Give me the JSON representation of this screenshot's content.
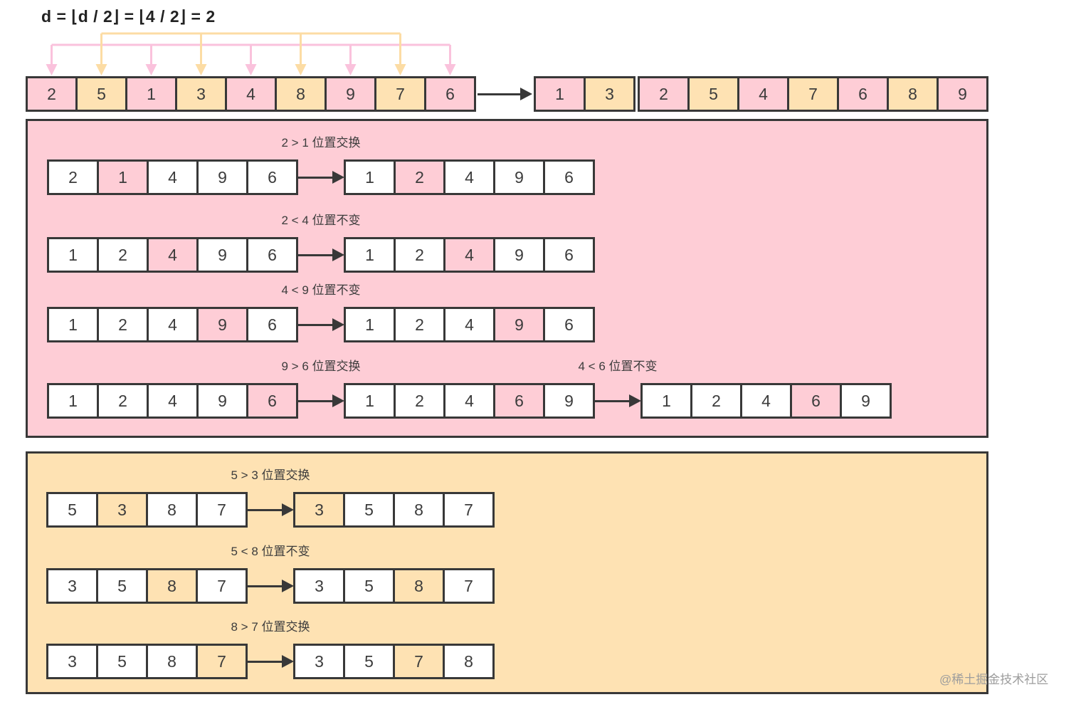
{
  "title": "d =  ⌊d / 2⌋ = ⌊4 / 2⌋ = 2",
  "watermark": "@稀土掘金技术社区",
  "colors": {
    "pink": "#fecdd6",
    "orange": "#fee2b3",
    "white": "#ffffff",
    "pinkArrow": "#fac2dc",
    "orangeArrow": "#fcdca4",
    "border": "#383838",
    "text": "#3c3c3c",
    "watermark": "#9d9d9d"
  },
  "top": {
    "source": [
      {
        "v": "2",
        "c": "p"
      },
      {
        "v": "5",
        "c": "o"
      },
      {
        "v": "1",
        "c": "p"
      },
      {
        "v": "3",
        "c": "o"
      },
      {
        "v": "4",
        "c": "p"
      },
      {
        "v": "8",
        "c": "o"
      },
      {
        "v": "9",
        "c": "p"
      },
      {
        "v": "7",
        "c": "o"
      },
      {
        "v": "6",
        "c": "p"
      }
    ],
    "arcs": [
      {
        "colorKey": "pinkArrow",
        "indices": [
          0,
          2,
          4,
          6,
          8
        ]
      },
      {
        "colorKey": "orangeArrow",
        "indices": [
          1,
          3,
          5,
          7
        ]
      }
    ],
    "groupA": [
      {
        "v": "1",
        "c": "p"
      },
      {
        "v": "3",
        "c": "o"
      }
    ],
    "groupB": [
      {
        "v": "2",
        "c": "p"
      },
      {
        "v": "5",
        "c": "o"
      },
      {
        "v": "4",
        "c": "p"
      },
      {
        "v": "7",
        "c": "o"
      },
      {
        "v": "6",
        "c": "p"
      },
      {
        "v": "8",
        "c": "o"
      },
      {
        "v": "9",
        "c": "p"
      }
    ]
  },
  "pinkPanel": {
    "steps": [
      {
        "label": "2 > 1 位置交换",
        "arrays": [
          [
            {
              "v": "2",
              "c": "w"
            },
            {
              "v": "1",
              "c": "p"
            },
            {
              "v": "4",
              "c": "w"
            },
            {
              "v": "9",
              "c": "w"
            },
            {
              "v": "6",
              "c": "w"
            }
          ],
          [
            {
              "v": "1",
              "c": "w"
            },
            {
              "v": "2",
              "c": "p"
            },
            {
              "v": "4",
              "c": "w"
            },
            {
              "v": "9",
              "c": "w"
            },
            {
              "v": "6",
              "c": "w"
            }
          ]
        ]
      },
      {
        "label": "2 < 4 位置不变",
        "arrays": [
          [
            {
              "v": "1",
              "c": "w"
            },
            {
              "v": "2",
              "c": "w"
            },
            {
              "v": "4",
              "c": "p"
            },
            {
              "v": "9",
              "c": "w"
            },
            {
              "v": "6",
              "c": "w"
            }
          ],
          [
            {
              "v": "1",
              "c": "w"
            },
            {
              "v": "2",
              "c": "w"
            },
            {
              "v": "4",
              "c": "p"
            },
            {
              "v": "9",
              "c": "w"
            },
            {
              "v": "6",
              "c": "w"
            }
          ]
        ]
      },
      {
        "label": "4 < 9 位置不变",
        "arrays": [
          [
            {
              "v": "1",
              "c": "w"
            },
            {
              "v": "2",
              "c": "w"
            },
            {
              "v": "4",
              "c": "w"
            },
            {
              "v": "9",
              "c": "p"
            },
            {
              "v": "6",
              "c": "w"
            }
          ],
          [
            {
              "v": "1",
              "c": "w"
            },
            {
              "v": "2",
              "c": "w"
            },
            {
              "v": "4",
              "c": "w"
            },
            {
              "v": "9",
              "c": "p"
            },
            {
              "v": "6",
              "c": "w"
            }
          ]
        ]
      },
      {
        "labels": [
          "9 > 6 位置交换",
          "4 < 6 位置不变"
        ],
        "arrays": [
          [
            {
              "v": "1",
              "c": "w"
            },
            {
              "v": "2",
              "c": "w"
            },
            {
              "v": "4",
              "c": "w"
            },
            {
              "v": "9",
              "c": "w"
            },
            {
              "v": "6",
              "c": "p"
            }
          ],
          [
            {
              "v": "1",
              "c": "w"
            },
            {
              "v": "2",
              "c": "w"
            },
            {
              "v": "4",
              "c": "w"
            },
            {
              "v": "6",
              "c": "p"
            },
            {
              "v": "9",
              "c": "w"
            }
          ],
          [
            {
              "v": "1",
              "c": "w"
            },
            {
              "v": "2",
              "c": "w"
            },
            {
              "v": "4",
              "c": "w"
            },
            {
              "v": "6",
              "c": "p"
            },
            {
              "v": "9",
              "c": "w"
            }
          ]
        ]
      }
    ]
  },
  "orangePanel": {
    "steps": [
      {
        "label": "5 > 3 位置交换",
        "arrays": [
          [
            {
              "v": "5",
              "c": "w"
            },
            {
              "v": "3",
              "c": "o"
            },
            {
              "v": "8",
              "c": "w"
            },
            {
              "v": "7",
              "c": "w"
            }
          ],
          [
            {
              "v": "3",
              "c": "o"
            },
            {
              "v": "5",
              "c": "w"
            },
            {
              "v": "8",
              "c": "w"
            },
            {
              "v": "7",
              "c": "w"
            }
          ]
        ]
      },
      {
        "label": "5 < 8 位置不变",
        "arrays": [
          [
            {
              "v": "3",
              "c": "w"
            },
            {
              "v": "5",
              "c": "w"
            },
            {
              "v": "8",
              "c": "o"
            },
            {
              "v": "7",
              "c": "w"
            }
          ],
          [
            {
              "v": "3",
              "c": "w"
            },
            {
              "v": "5",
              "c": "w"
            },
            {
              "v": "8",
              "c": "o"
            },
            {
              "v": "7",
              "c": "w"
            }
          ]
        ]
      },
      {
        "label": "8 > 7 位置交换",
        "arrays": [
          [
            {
              "v": "3",
              "c": "w"
            },
            {
              "v": "5",
              "c": "w"
            },
            {
              "v": "8",
              "c": "w"
            },
            {
              "v": "7",
              "c": "o"
            }
          ],
          [
            {
              "v": "3",
              "c": "w"
            },
            {
              "v": "5",
              "c": "w"
            },
            {
              "v": "7",
              "c": "o"
            },
            {
              "v": "8",
              "c": "w"
            }
          ]
        ]
      }
    ]
  }
}
